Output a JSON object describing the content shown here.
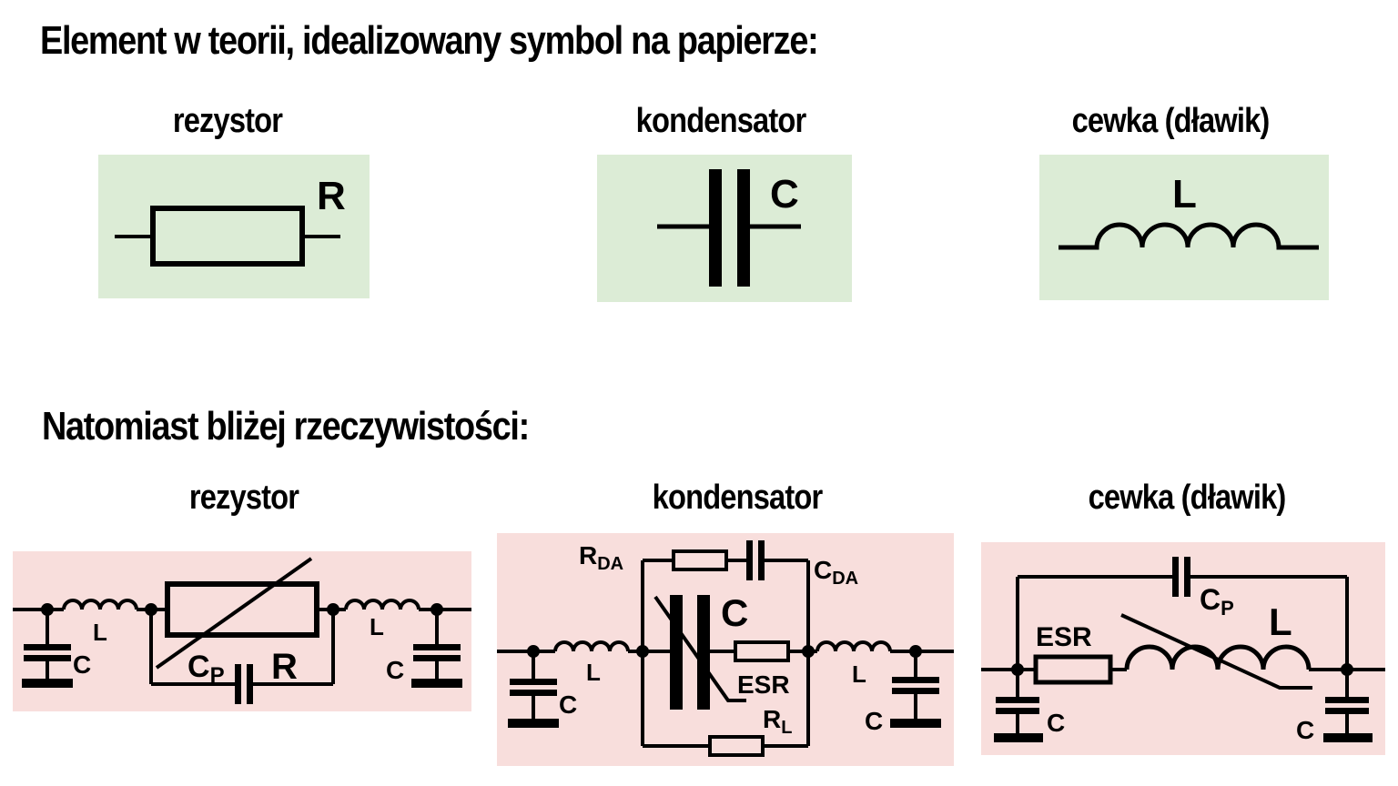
{
  "section_ideal": {
    "heading": "Element w teorii, idealizowany symbol na papierze:",
    "resistor": {
      "title": "rezystor",
      "symbol": "R"
    },
    "capacitor": {
      "title": "kondensator",
      "symbol": "C"
    },
    "inductor": {
      "title": "cewka (dławik)",
      "symbol": "L"
    }
  },
  "section_real": {
    "heading": "Natomiast bliżej rzeczywistości:",
    "resistor": {
      "title": "rezystor",
      "labels": {
        "L_left": "L",
        "C_left": "C",
        "Cp": "C",
        "Cp_sub": "P",
        "R": "R",
        "L_right": "L",
        "C_right": "C"
      }
    },
    "capacitor": {
      "title": "kondensator",
      "labels": {
        "Rda": "R",
        "Rda_sub": "DA",
        "Cda": "C",
        "Cda_sub": "DA",
        "C": "C",
        "ESR": "ESR",
        "Rl": "R",
        "Rl_sub": "L",
        "L_left": "L",
        "C_left": "C",
        "L_right": "L",
        "C_right": "C"
      }
    },
    "inductor": {
      "title": "cewka (dławik)",
      "labels": {
        "Cp": "C",
        "Cp_sub": "P",
        "ESR": "ESR",
        "L": "L",
        "C_left": "C",
        "C_right": "C"
      }
    }
  },
  "colors": {
    "ideal_box": "#dcecd6",
    "real_box": "#f8dedc",
    "ink": "#000000"
  }
}
